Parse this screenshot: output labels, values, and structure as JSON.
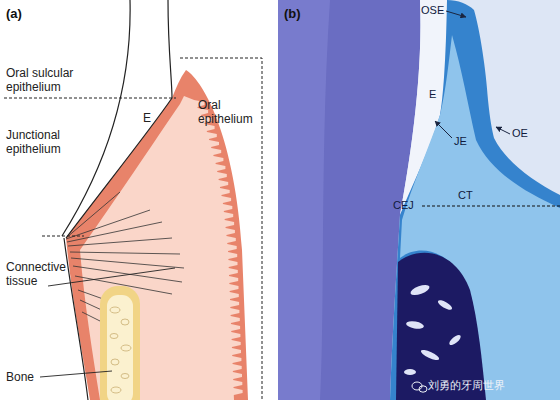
{
  "diagram": {
    "labels": [
      "(a)",
      "Oral sulcular epithelium",
      "Junctional epithelium",
      "E",
      "Oral epithelium",
      "Connective tissue",
      "Bone",
      "(b)",
      "OSE",
      "E",
      "OE",
      "JE",
      "CEJ",
      "CT",
      "刘勇的牙周世界"
    ]
  }
}
